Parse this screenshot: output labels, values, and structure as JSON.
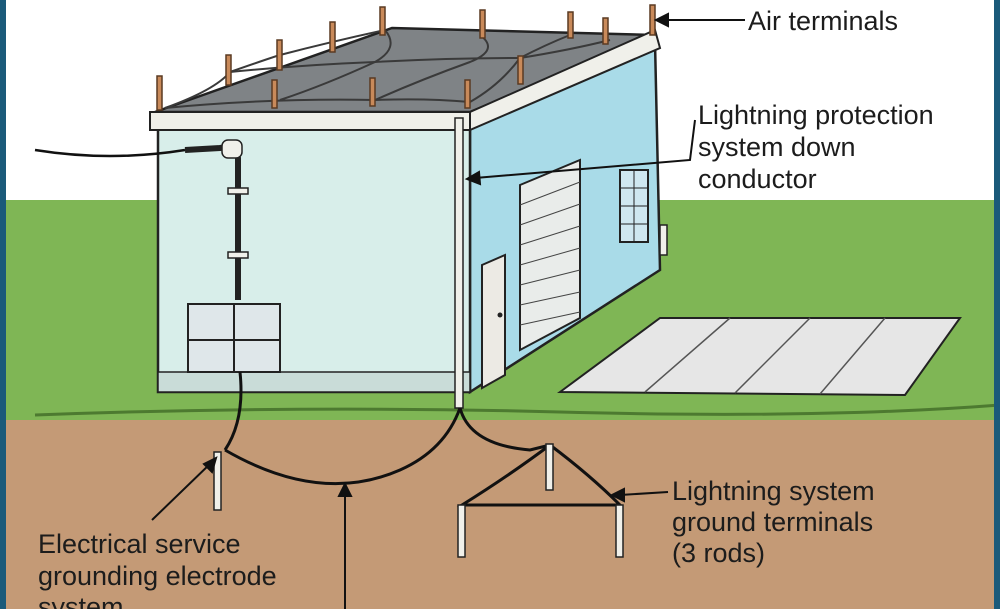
{
  "labels": {
    "air_terminals": "Air terminals",
    "down_conductor": [
      "Lightning protection",
      "system down",
      "conductor"
    ],
    "ground_terminals": [
      "Lightning system",
      "ground terminals",
      "(3 rods)"
    ],
    "service_grounding": [
      "Electrical service",
      "grounding electrode",
      "system"
    ]
  },
  "colors": {
    "frame": "#1a5a7a",
    "sky": "#ffffff",
    "grass": "#7fb655",
    "soil": "#c49a76",
    "wall_front": "#d8eeea",
    "wall_side": "#a9dbe8",
    "roof": "#7f8386",
    "trim": "#f0f0ea",
    "rod": "#c98a5a",
    "concrete": "#e6e6e6",
    "line": "#111111"
  }
}
